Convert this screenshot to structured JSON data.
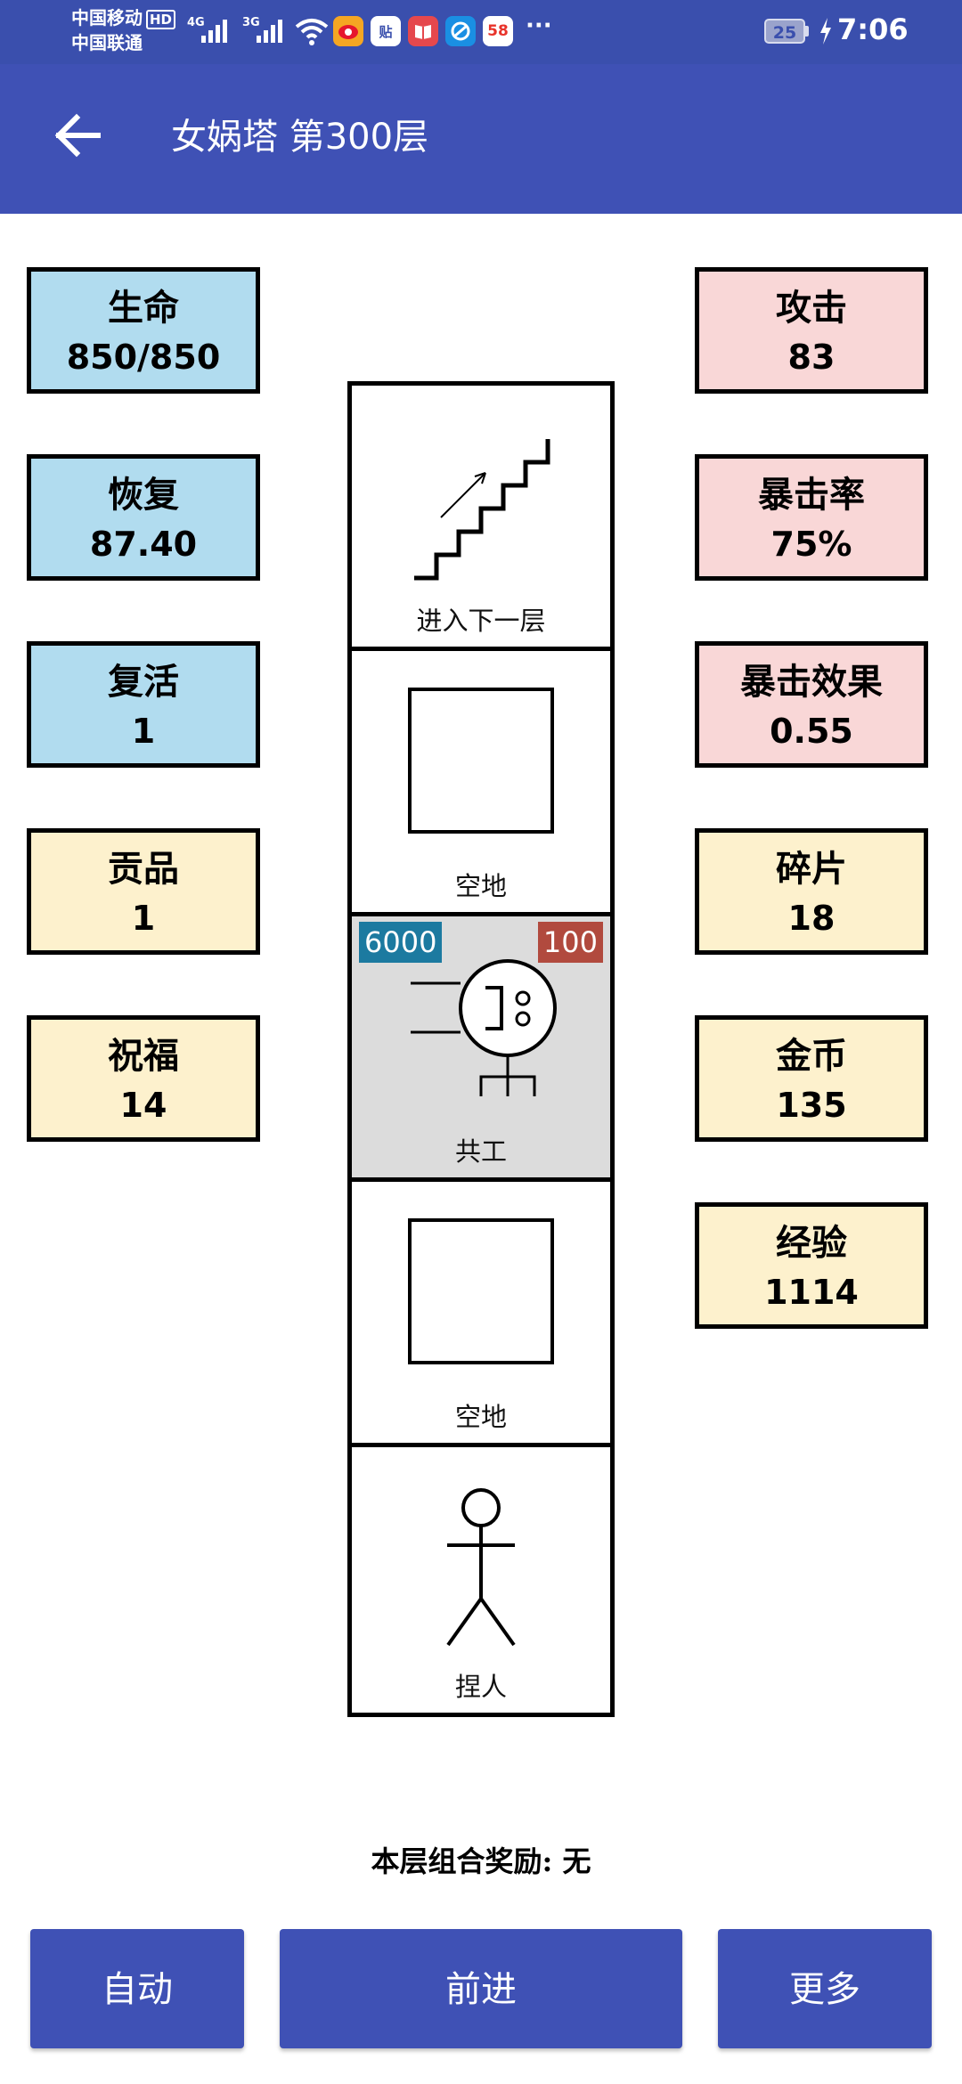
{
  "status_bar": {
    "carrier_1": "中国移动",
    "carrier_1_badge": "HD",
    "carrier_2": "中国联通",
    "network_1": "4G",
    "network_2": "3G",
    "app_icon_2": "贴",
    "app_icon_5": "58",
    "more": "···",
    "battery": "25",
    "time": "7:06",
    "icons": [
      "signal-icon",
      "wifi-icon",
      "weibo-icon",
      "tieba-icon",
      "book-icon",
      "browser-icon",
      "58-icon",
      "battery-icon",
      "charging-icon"
    ]
  },
  "app_bar": {
    "title": "女娲塔 第300层",
    "back_icon": "arrow-left-icon"
  },
  "colors": {
    "primary": "#3f51b5",
    "status_bar": "#3a4fad",
    "stat_blue": "#b1dcef",
    "stat_pink": "#f9d7d7",
    "stat_cream": "#fdf1cd",
    "hp_badge": "#1c7aa0",
    "attack_badge": "#b14a3e",
    "enemy_cell": "#dcdcdc"
  },
  "stats_left": [
    {
      "label": "生命",
      "value": "850/850"
    },
    {
      "label": "恢复",
      "value": "87.40"
    },
    {
      "label": "复活",
      "value": "1"
    },
    {
      "label": "贡品",
      "value": "1"
    },
    {
      "label": "祝福",
      "value": "14"
    }
  ],
  "stats_right": [
    {
      "label": "攻击",
      "value": "83"
    },
    {
      "label": "暴击率",
      "value": "75%"
    },
    {
      "label": "暴击效果",
      "value": "0.55"
    },
    {
      "label": "碎片",
      "value": "18"
    },
    {
      "label": "金币",
      "value": "135"
    },
    {
      "label": "经验",
      "value": "1114"
    }
  ],
  "tower": [
    {
      "label": "进入下一层",
      "icon": "stairs-icon"
    },
    {
      "label": "空地",
      "icon": "empty-square-icon"
    },
    {
      "label": "共工",
      "icon": "monster-icon",
      "hp": "6000",
      "attack": "100"
    },
    {
      "label": "空地",
      "icon": "empty-square-icon"
    },
    {
      "label": "捏人",
      "icon": "stick-figure-icon"
    }
  ],
  "bonus_text": "本层组合奖励: 无",
  "buttons": {
    "auto": "自动",
    "forward": "前进",
    "more": "更多"
  }
}
